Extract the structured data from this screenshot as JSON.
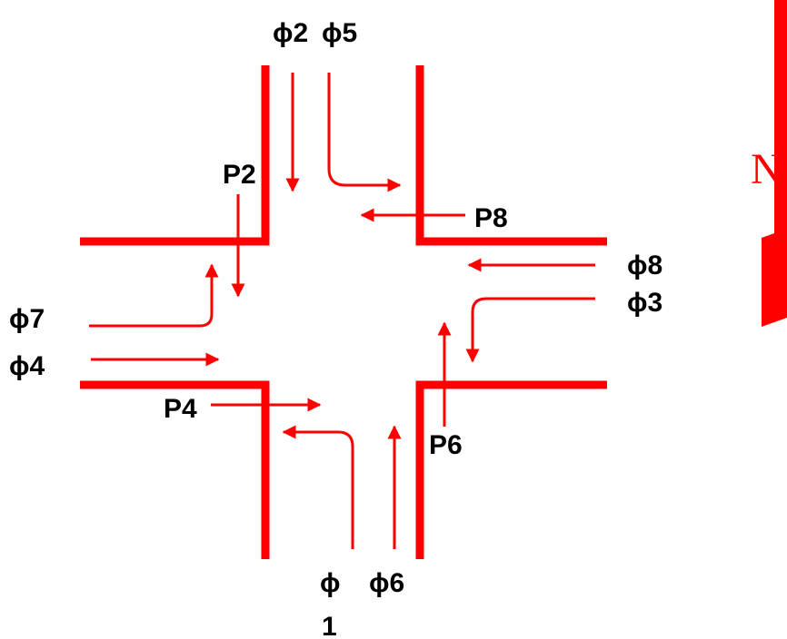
{
  "colors": {
    "line": "#ff0000",
    "text": "#000000",
    "background": "#ffffff"
  },
  "labels": {
    "phi2": "ϕ2",
    "phi5": "ϕ5",
    "p2": "P2",
    "p8": "P8",
    "phi8": "ϕ8",
    "phi3": "ϕ3",
    "phi7": "ϕ7",
    "phi4": "ϕ4",
    "p4": "P4",
    "p6": "P6",
    "phi1_symbol": "ϕ",
    "phi1_number": "1",
    "phi6": "ϕ6"
  },
  "north_arrow": {
    "letter": "N"
  }
}
